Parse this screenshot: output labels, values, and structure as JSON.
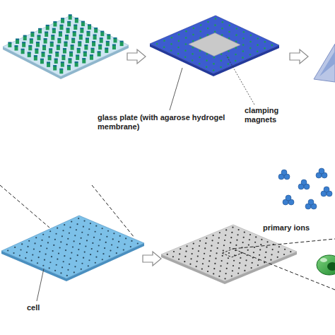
{
  "diagram": {
    "labels": [
      "glass plate (with agarose hydrogel membrane)",
      "clamping magnets",
      "cell",
      "primary ions"
    ]
  }
}
